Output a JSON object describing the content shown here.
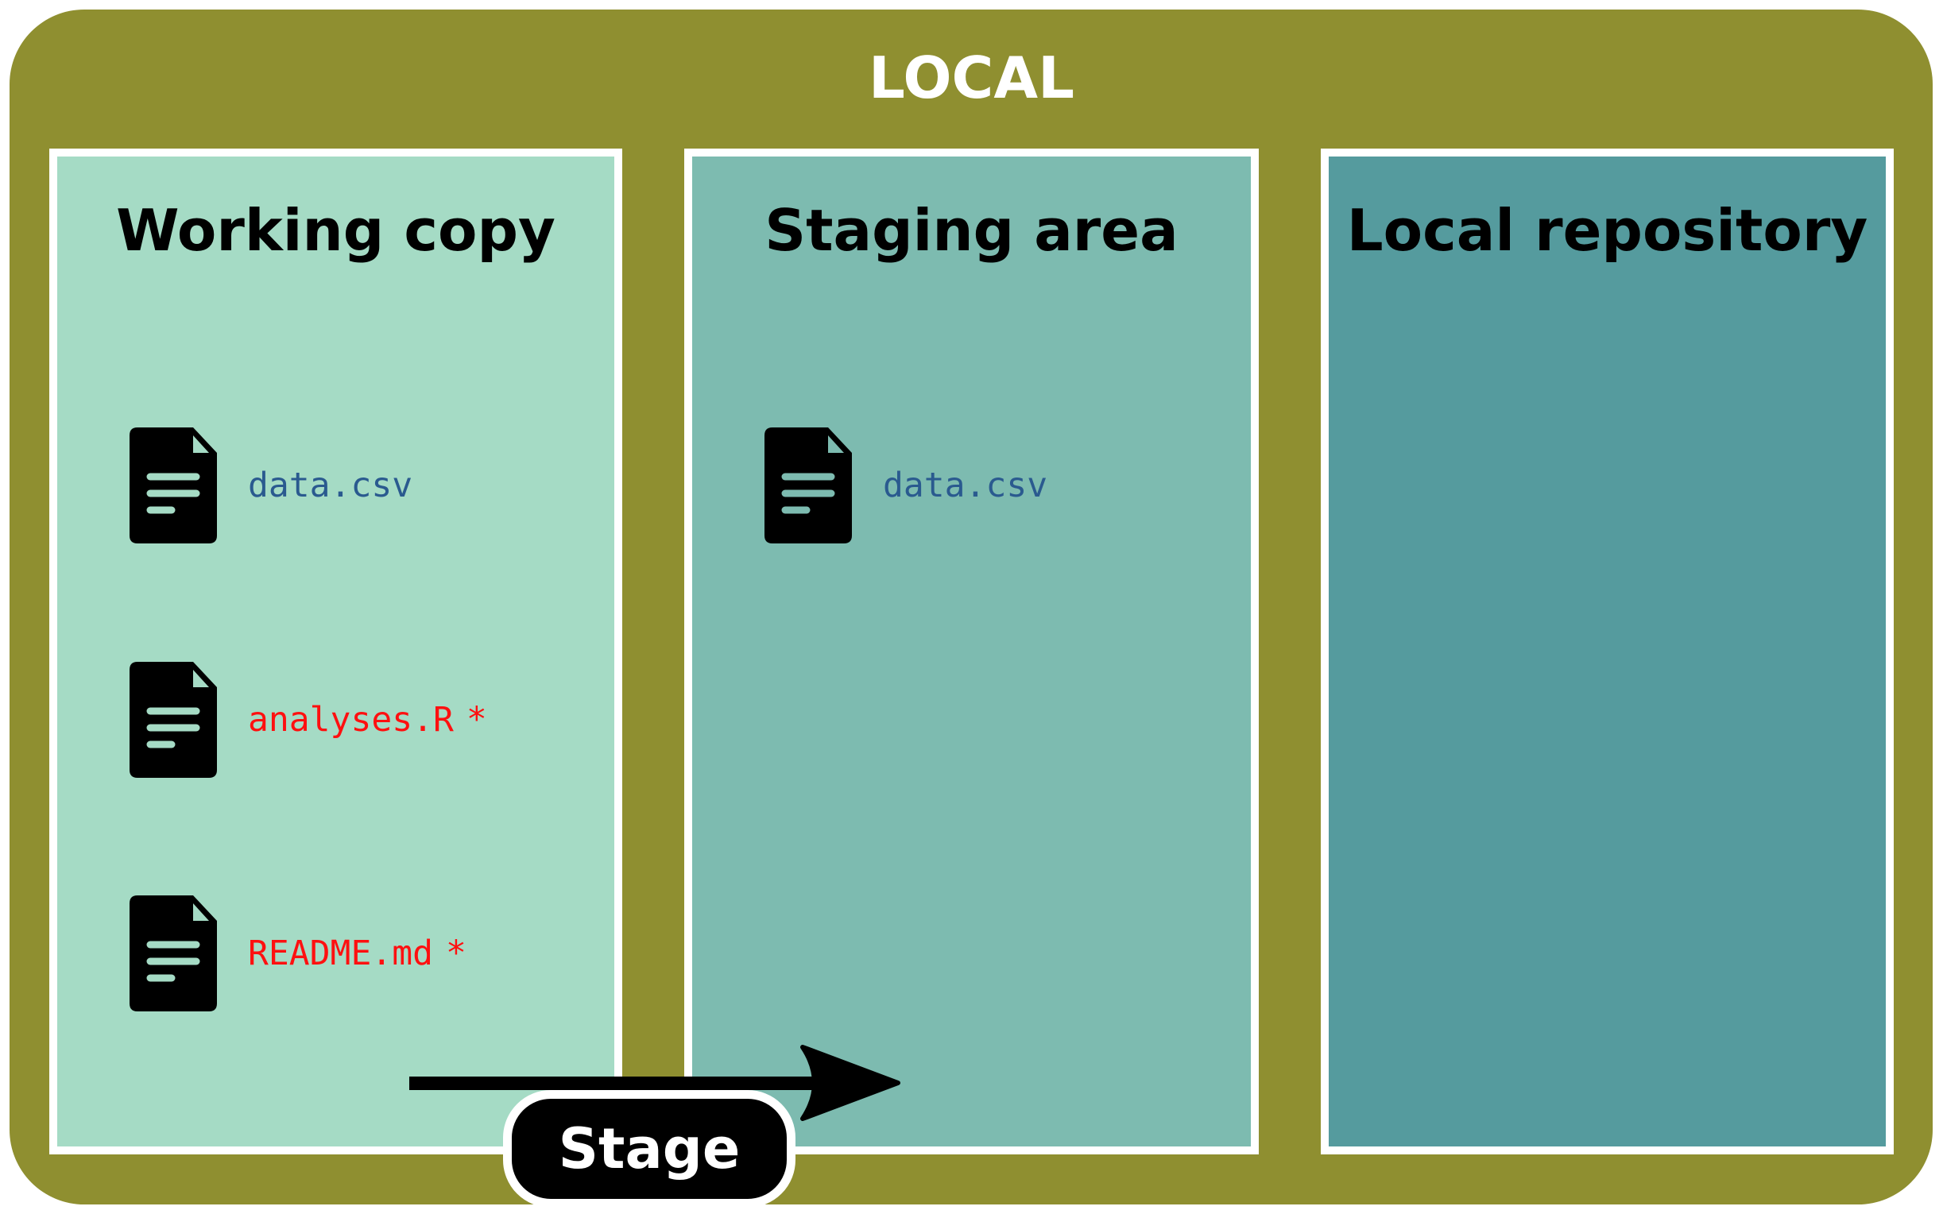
{
  "title": "LOCAL",
  "panels": [
    {
      "title": "Working copy",
      "files": [
        {
          "name": "data.csv",
          "modified": "",
          "status": "unchanged"
        },
        {
          "name": "analyses.R",
          "modified": "*",
          "status": "modified"
        },
        {
          "name": "README.md",
          "modified": "*",
          "status": "modified"
        }
      ]
    },
    {
      "title": "Staging area",
      "files": [
        {
          "name": "data.csv",
          "status": "staged"
        }
      ]
    },
    {
      "title": "Local repository",
      "files": []
    }
  ],
  "action": {
    "label": "Stage",
    "icon": "arrow-right-icon"
  },
  "colors": {
    "outer": "#8f8f30",
    "working": "#a5dbc5",
    "staging": "#7dbbb0",
    "repository": "#559b9e",
    "unchanged_text": "#2a5a8f",
    "modified_text": "#ff1010"
  }
}
